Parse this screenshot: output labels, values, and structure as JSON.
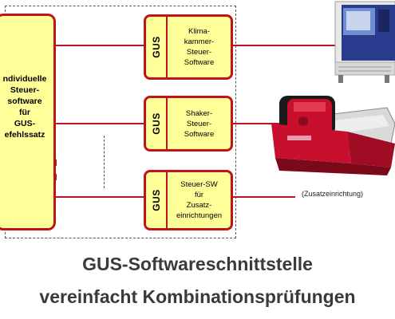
{
  "main_block": {
    "text": "ndividuelle\nSteuer-\nsoftware\nfür\nGUS-\nefehlssatz"
  },
  "gus_modules": [
    {
      "tag": "GUS",
      "text": "Klima-\nkammer-\nSteuer-\nSoftware"
    },
    {
      "tag": "GUS",
      "text": "Shaker-\nSteuer-\nSoftware"
    },
    {
      "tag": "GUS",
      "text": "Steuer-SW\nfür\nZusatz-\neinrichtungen"
    }
  ],
  "extra_device_label": "(Zusatzeinrichtung)",
  "title": {
    "line1": "GUS-Softwareschnittstelle",
    "line2": "vereinfacht Kombinationsprüfungen"
  },
  "colors": {
    "border_red": "#c0141c",
    "module_fill": "#ffff99",
    "title_text": "#3a3a3a",
    "chamber_blue": "#2a3a8c",
    "shaker_red": "#c8102e"
  },
  "icons": [
    "climate-chamber-image",
    "shaker-image"
  ]
}
